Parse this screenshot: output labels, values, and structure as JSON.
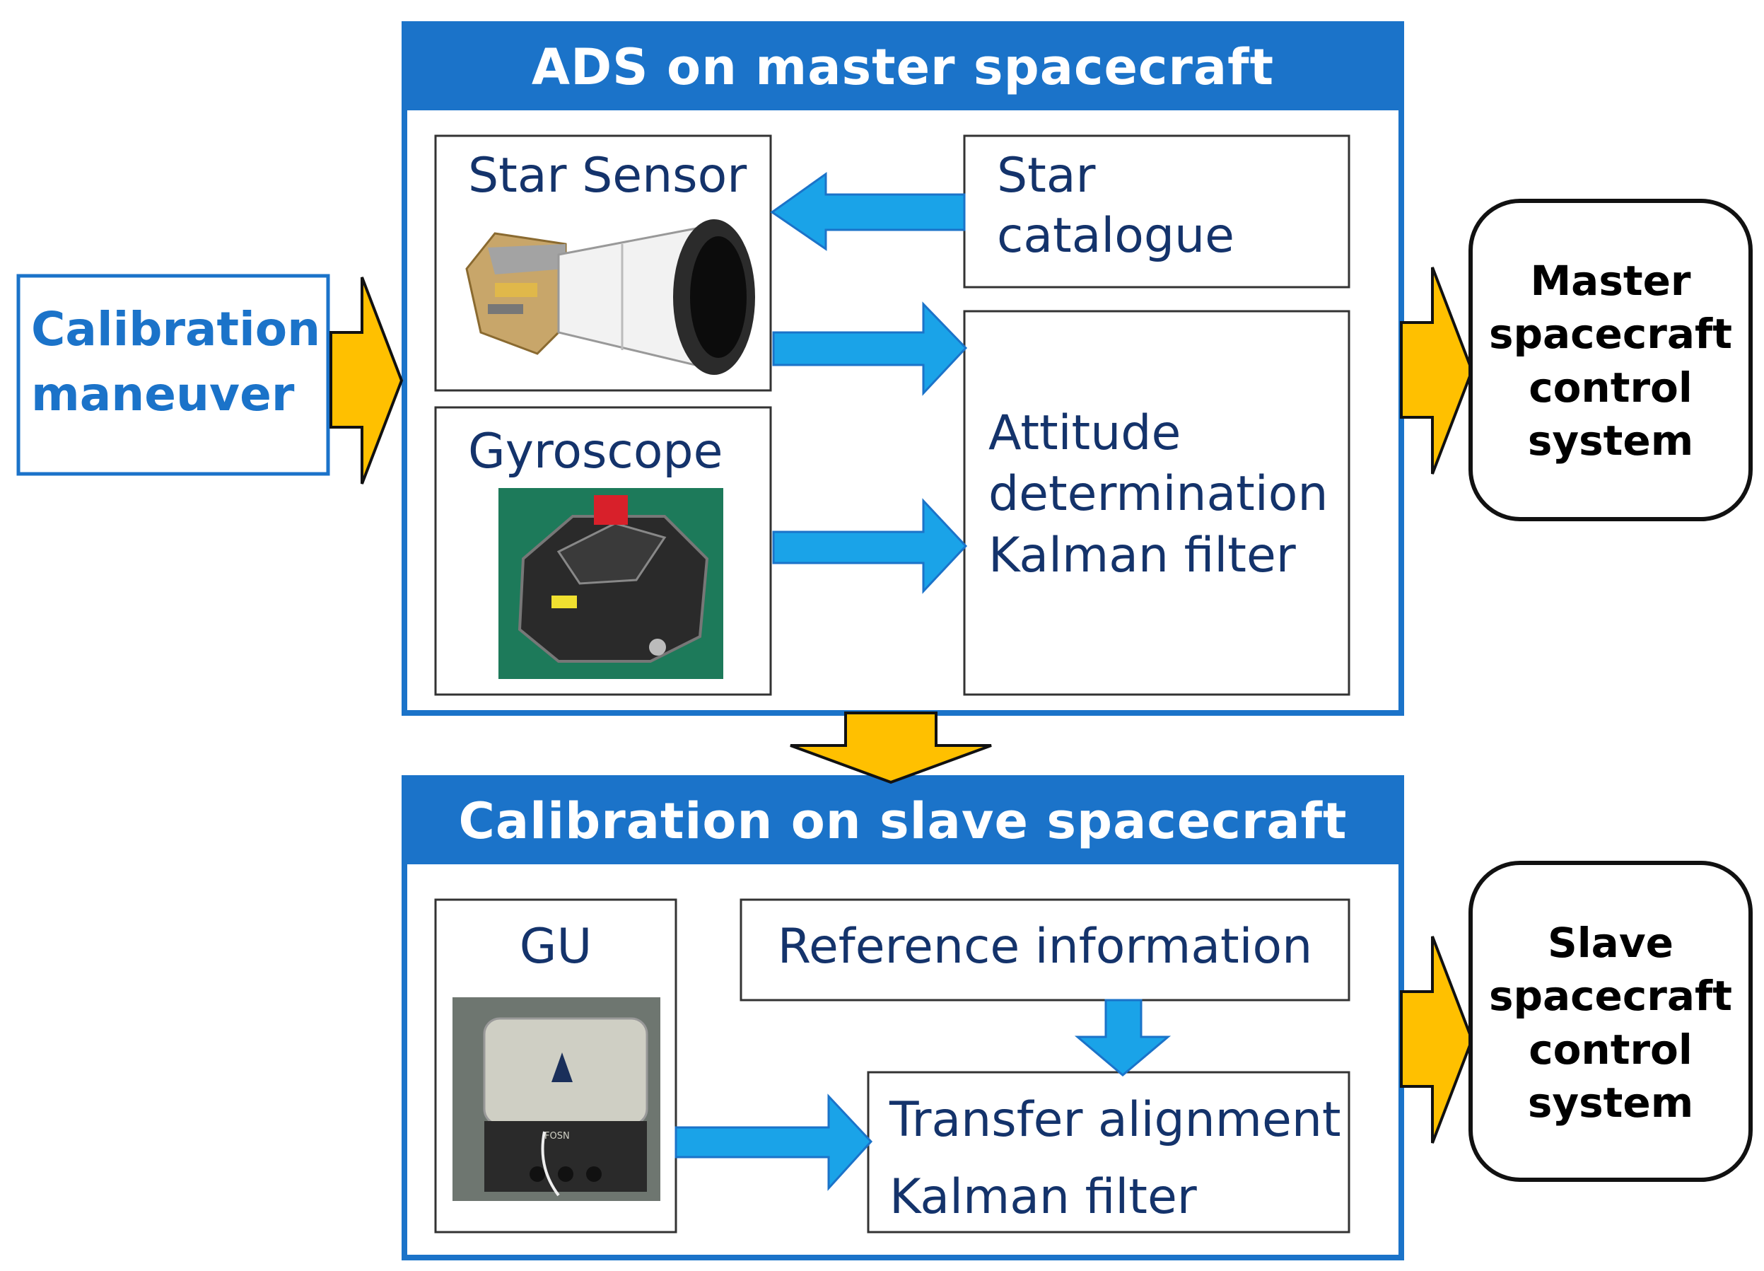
{
  "inputs": {
    "calibration_maneuver": "Calibration\nmaneuver"
  },
  "master_ads": {
    "title": "ADS on master spacecraft",
    "star_sensor": "Star Sensor",
    "star_catalogue": "Star\ncatalogue",
    "gyroscope": "Gyroscope",
    "kalman": "Attitude\ndetermination\nKalman filter"
  },
  "slave_calibration": {
    "title": "Calibration on slave spacecraft",
    "gu": "GU",
    "reference": "Reference information",
    "transfer": "Transfer alignment\nKalman filter",
    "gu_device_logo": "FOSN"
  },
  "outputs": {
    "master_control": "Master\nspacecraft\ncontrol\nsystem",
    "slave_control": "Slave\nspacecraft\ncontrol\nsystem"
  },
  "colors": {
    "frame_blue": "#1b73c9",
    "arrow_blue": "#1aa3e8",
    "arrow_orange": "#ffc000",
    "text_navy": "#14336b"
  },
  "icons": [
    "star-sensor-photo",
    "gyroscope-photo",
    "gu-device-photo"
  ]
}
